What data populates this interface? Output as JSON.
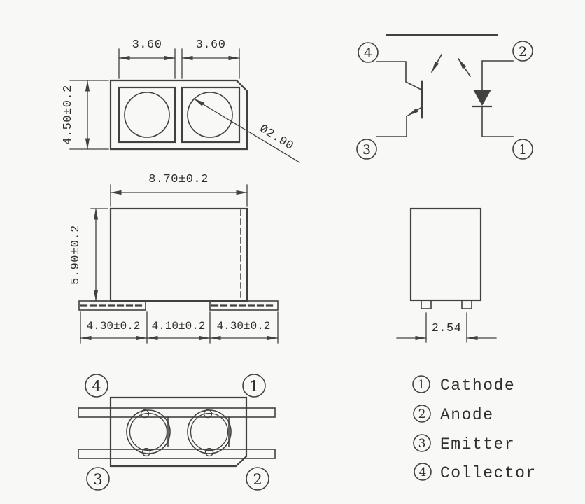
{
  "colors": {
    "line": "#414141",
    "text": "#2e2e2e",
    "background": "#f8f8f6"
  },
  "top_view": {
    "dim_left_window_width": "3.60",
    "dim_right_window_width": "3.60",
    "dim_body_height": "4.50±0.2",
    "dim_lens_diameter": "Ø2.90"
  },
  "schematic": {
    "pin_collector": "4",
    "pin_anode": "2",
    "pin_emitter": "3",
    "pin_cathode": "1"
  },
  "front_view": {
    "dim_body_width": "8.70±0.2",
    "dim_body_height": "5.90±0.2",
    "dim_left_lead": "4.30±0.2",
    "dim_center_gap": "4.10±0.2",
    "dim_right_lead": "4.30±0.2"
  },
  "side_view": {
    "dim_pin_pitch": "2.54"
  },
  "bottom_view": {
    "pin_top_left": "4",
    "pin_top_right": "1",
    "pin_bottom_left": "3",
    "pin_bottom_right": "2"
  },
  "legend": {
    "items": [
      {
        "num": "1",
        "label": "Cathode"
      },
      {
        "num": "2",
        "label": "Anode"
      },
      {
        "num": "3",
        "label": "Emitter"
      },
      {
        "num": "4",
        "label": "Collector"
      }
    ]
  }
}
